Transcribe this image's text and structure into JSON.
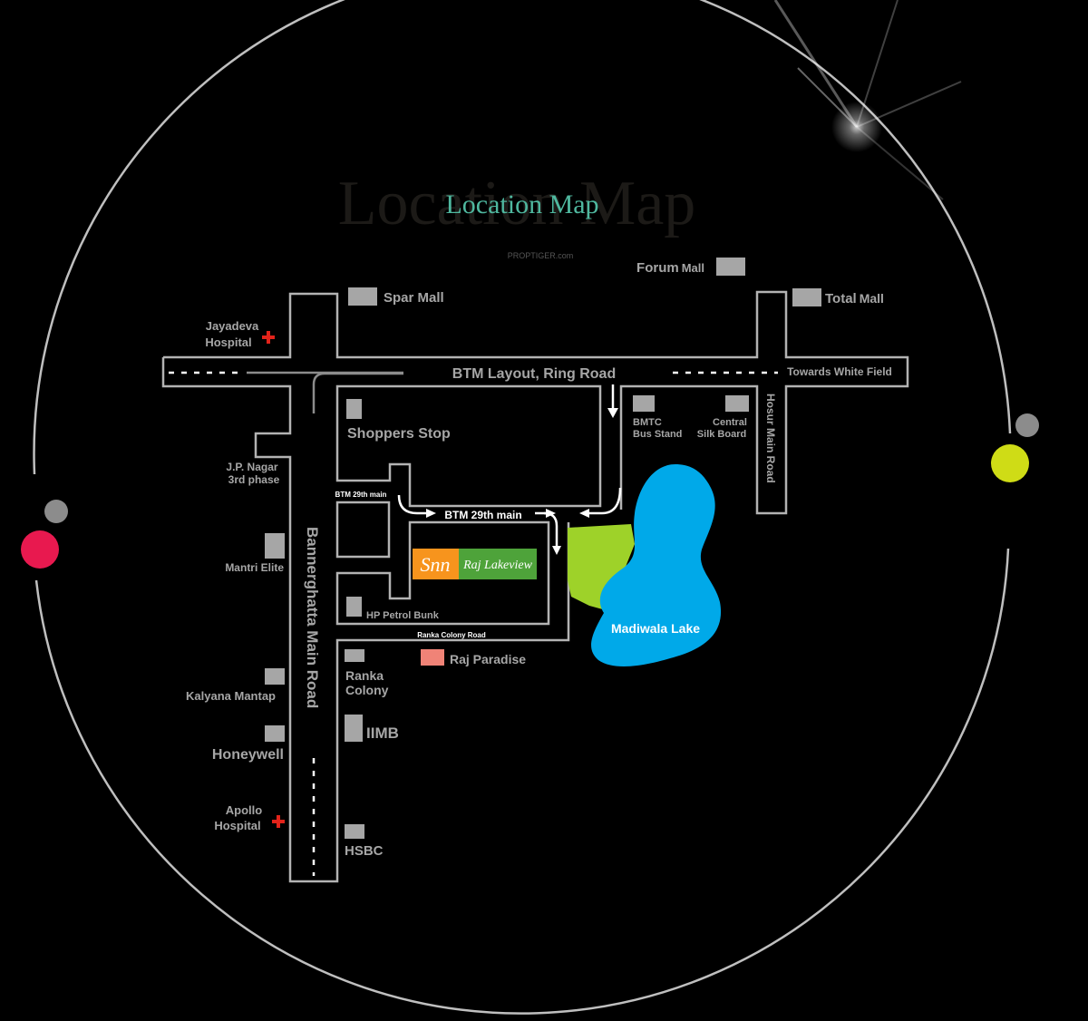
{
  "title": "Location Map",
  "watermark": "Location Map",
  "brand": "PROPTIGER.com",
  "roads": {
    "ring_road": "BTM Layout, Ring Road",
    "towards": "Towards White Field",
    "btm_29th_main": "BTM 29th main",
    "btm_29th_main_small": "BTM 29th main",
    "bannerghatta": "Bannerghatta Main Road",
    "hosur": "Hosur Main Road",
    "ranka_colony_road": "Ranka Colony Road"
  },
  "project": {
    "logo": "Snn",
    "name": "Raj Lakeview",
    "logo_color": "#f7941d",
    "name_color": "#4ea33a"
  },
  "lake": {
    "name": "Madiwala Lake",
    "color": "#00a9e9",
    "park_color": "#9ed229"
  },
  "landmarks": {
    "forum_bold": "Forum",
    "forum_rest": "Mall",
    "spar": "Spar Mall",
    "total_bold": "Total",
    "total_rest": "Mall",
    "jayadeva_1": "Jayadeva",
    "jayadeva_2": "Hospital",
    "shoppers_stop": "Shoppers Stop",
    "bmtc_1": "BMTC",
    "bmtc_2": "Bus Stand",
    "silk_1": "Central",
    "silk_2": "Silk Board",
    "jp_1": "J.P. Nagar",
    "jp_2": "3rd phase",
    "mantri": "Mantri Elite",
    "hp": "HP Petrol Bunk",
    "raj_paradise": "Raj Paradise",
    "ranka_1": "Ranka",
    "ranka_2": "Colony",
    "kalyana": "Kalyana Mantap",
    "iimb": "IIMB",
    "honeywell": "Honeywell",
    "apollo_1": "Apollo",
    "apollo_2": "Hospital",
    "hsbc": "HSBC"
  },
  "colors": {
    "title": "#4fb89f",
    "hospital_cross": "#e2231a",
    "raj_paradise": "#f08377",
    "dot_red": "#e8194f",
    "dot_yellow": "#cfdc16",
    "dot_grey": "#8c8c8c"
  }
}
